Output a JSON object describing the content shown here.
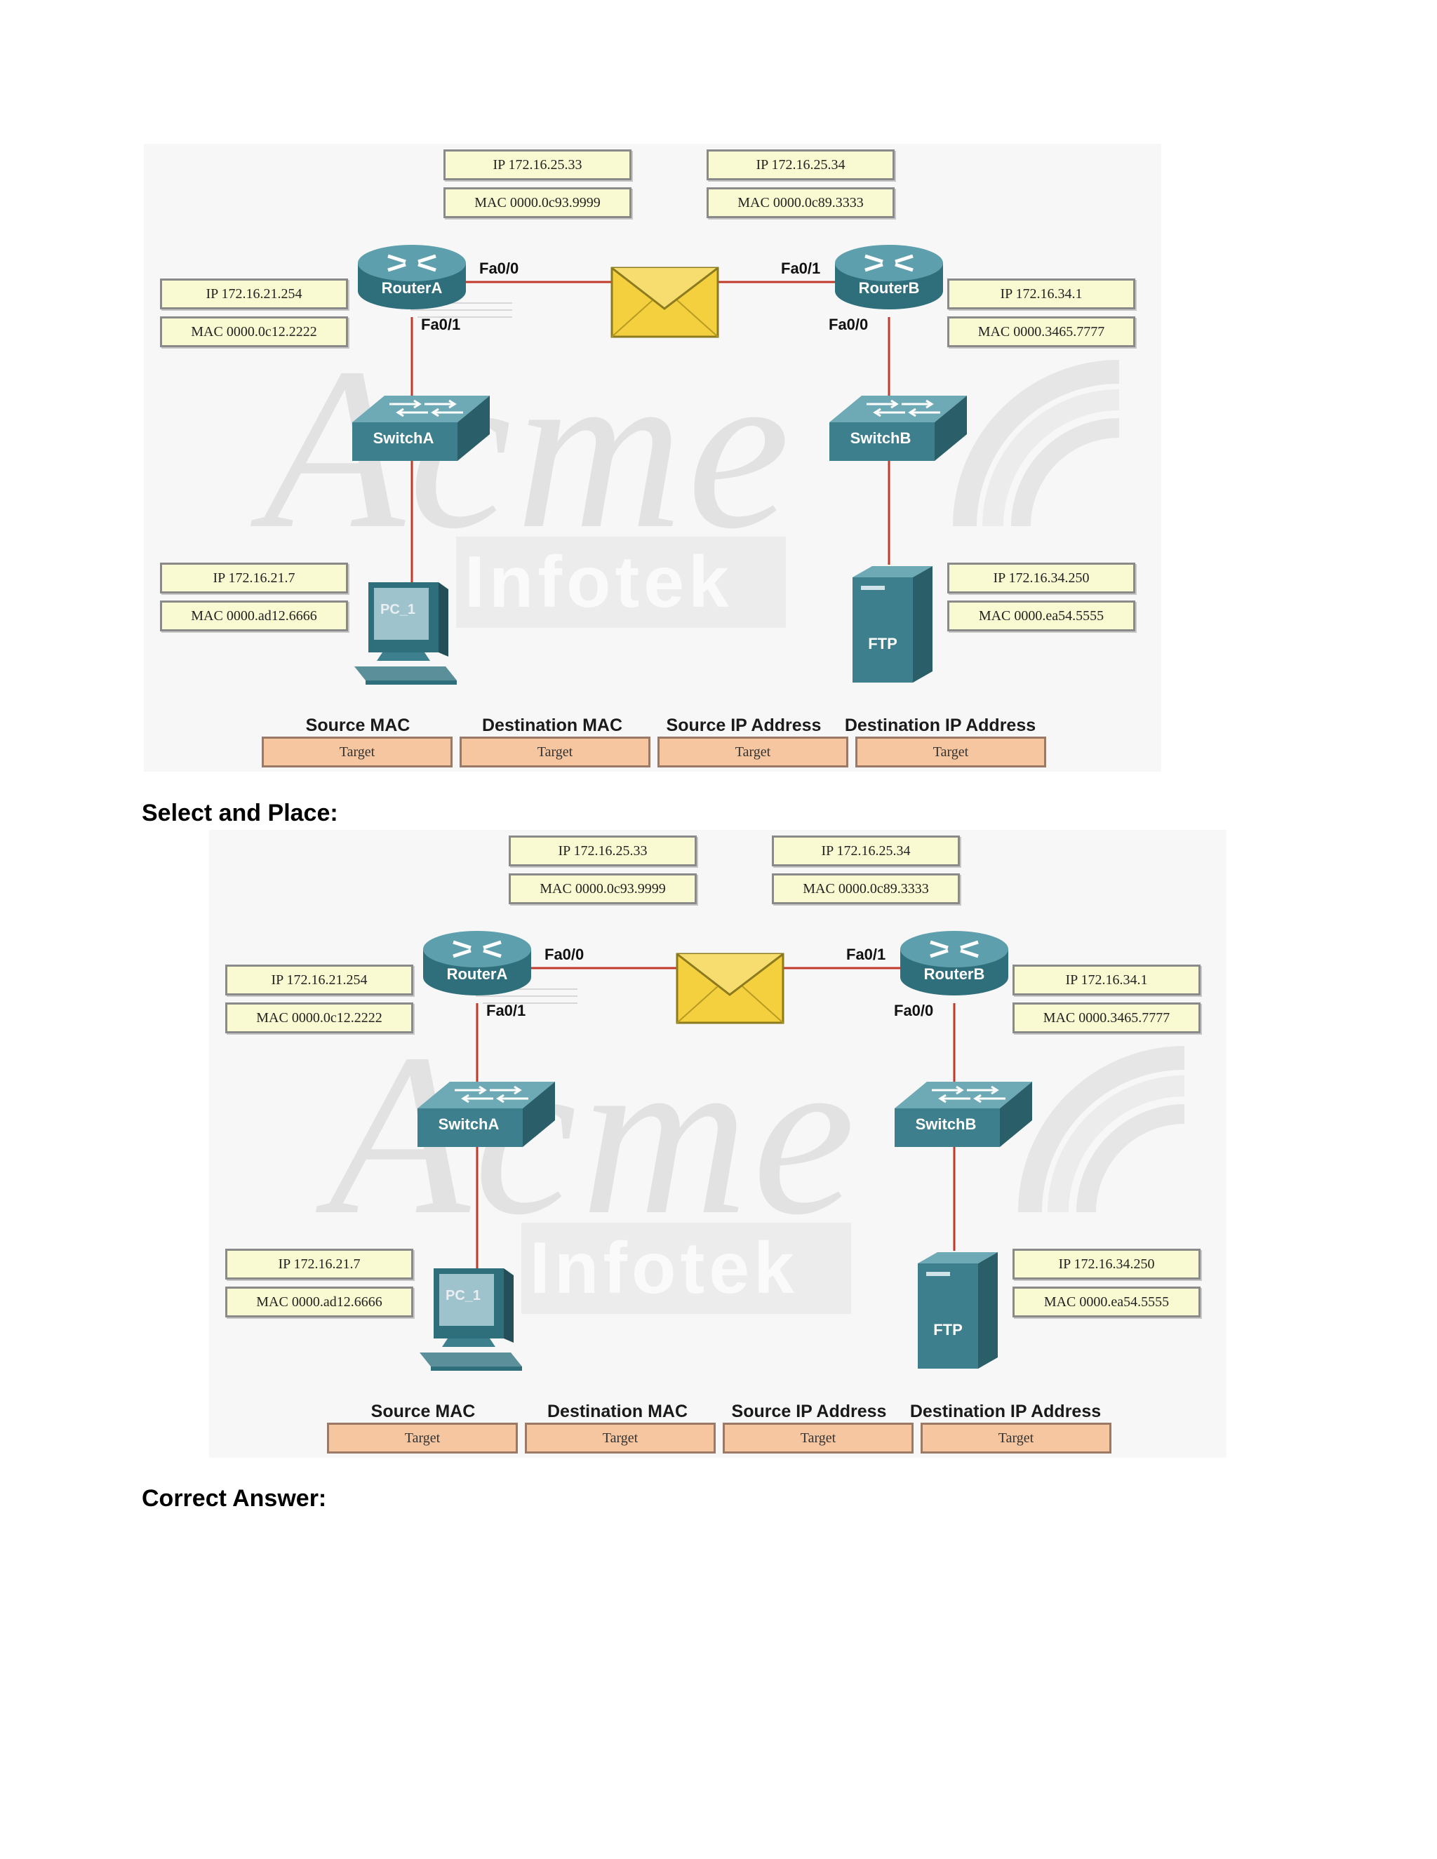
{
  "diagram": {
    "routerA": {
      "name": "RouterA",
      "fa00_ip": "IP 172.16.25.33",
      "fa00_mac": "MAC 0000.0c93.9999",
      "fa01_ip": "IP 172.16.21.254",
      "fa01_mac": "MAC 0000.0c12.2222",
      "port_fa00": "Fa0/0",
      "port_fa01": "Fa0/1"
    },
    "routerB": {
      "name": "RouterB",
      "fa01_ip": "IP 172.16.25.34",
      "fa01_mac": "MAC 0000.0c89.3333",
      "fa00_ip": "IP 172.16.34.1",
      "fa00_mac": "MAC 0000.3465.7777",
      "port_fa01": "Fa0/1",
      "port_fa00": "Fa0/0"
    },
    "switchA": {
      "name": "SwitchA"
    },
    "switchB": {
      "name": "SwitchB"
    },
    "pc1": {
      "name": "PC_1",
      "ip": "IP 172.16.21.7",
      "mac": "MAC 0000.ad12.6666"
    },
    "ftp": {
      "name": "FTP",
      "ip": "IP 172.16.34.250",
      "mac": "MAC 0000.ea54.5555"
    },
    "watermark": {
      "word1": "Acme",
      "word2": "Infotek"
    },
    "columns": [
      "Source MAC",
      "Destination MAC",
      "Source IP Address",
      "Destination IP Address"
    ],
    "target_label": "Target"
  },
  "labels": {
    "select_and_place": "Select and Place:",
    "correct_answer": "Correct Answer:"
  },
  "colors": {
    "link": "#c0392b",
    "device": "#3d7f8c",
    "label_box": "#fafad2",
    "target_box": "#f5c6a0",
    "envelope": "#f4d03f"
  }
}
